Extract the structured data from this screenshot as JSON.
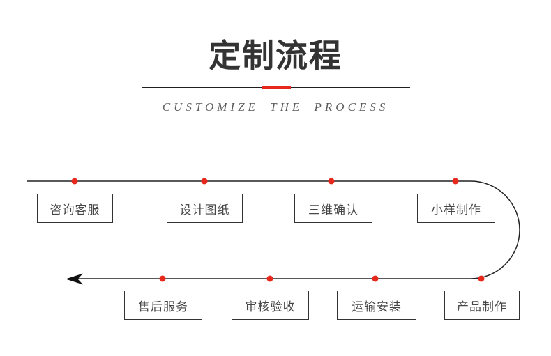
{
  "header": {
    "title": "定制流程",
    "subtitle": "CUSTOMIZE THE PROCESS"
  },
  "flow": {
    "top_steps": [
      {
        "label": "咨询客服"
      },
      {
        "label": "设计图纸"
      },
      {
        "label": "三维确认"
      },
      {
        "label": "小样制作"
      }
    ],
    "bottom_steps": [
      {
        "label": "售后服务"
      },
      {
        "label": "审核验收"
      },
      {
        "label": "运输安装"
      },
      {
        "label": "产品制作"
      }
    ]
  },
  "colors": {
    "accent_red": "#e7281d",
    "line_dark": "#222222"
  }
}
